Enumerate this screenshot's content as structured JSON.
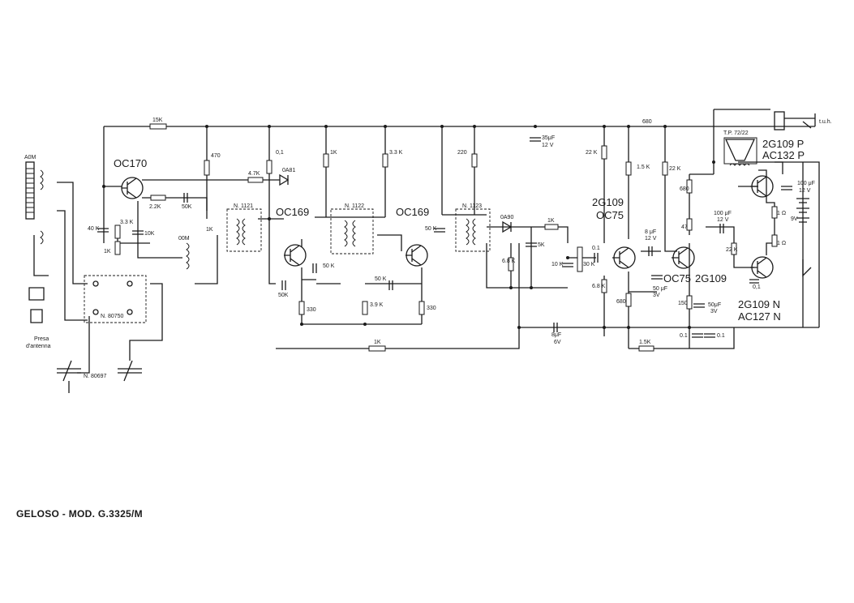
{
  "caption": "GELOSO - MOD. G.3325/M",
  "transistors": {
    "q_mixer": "OC170",
    "q_if1": "OC169",
    "q_if2": "OC169",
    "q_driver_a": "2G109",
    "q_driver_b": "OC75",
    "q_pre": "OC75",
    "q_pre_b": "2G109",
    "q_out_p_a": "2G109 P",
    "q_out_p_b": "AC132 P",
    "q_out_n_a": "2G109 N",
    "q_out_n_b": "AC127 N"
  },
  "labels": {
    "antenna_rod": "A0M",
    "antenna_socket_a": "Presa",
    "antenna_socket_b": "d'antenna",
    "switch_block": "N. 80750",
    "tuning_cap": "N. 80697",
    "osc_coil": "00M",
    "if_t1": "N. 1121",
    "if_t2": "N. 1122",
    "if_t3": "N. 1123",
    "det_diode": "0A90",
    "agc_diode": "0A81",
    "output_trafo": "T.P. 72/22",
    "jack": "t.u.h.",
    "battery": "9V"
  },
  "components": {
    "r_feedback": "15K",
    "r_470": "470",
    "r_4k7": "4.7K",
    "r_2k2": "2.2K",
    "c_50k_a": "50K",
    "c_40k": "40 K",
    "r_3k3": "3.3 K",
    "r_1k_a": "1K",
    "c_10k_a": "10K",
    "c_01_a": "0,1",
    "r_1k_b": "1K",
    "r_1k_c": "1K",
    "c_50k_b": "50 K",
    "c_50k_c": "50K",
    "r_330_a": "330",
    "r_3k3_b": "3.3 K",
    "r_3k9": "3.9 K",
    "c_50k_d": "50 K",
    "r_330_b": "330",
    "r_220": "220",
    "c_50k_e": "50 K",
    "r_1k_d": "1K",
    "c_5k": "5K",
    "r_6k8_a": "6.8 K",
    "c_10k_b": "10 K",
    "pot_30k": "30 K",
    "c_01_b": "0.1",
    "r_1k_bus": "1K",
    "c_35uf": "35μF",
    "c_35uf_v": "12 V",
    "c_8uf_a": "8μF",
    "c_8uf_a_v": "6V",
    "r_22k_a": "22 K",
    "r_6k8_b": "6.8 K",
    "r_680_a": "680",
    "c_50uf_a": "50 μF",
    "c_50uf_a_v": "3V",
    "r_1k5": "1.5 K",
    "c_8uf_b": "8 μF",
    "c_8uf_b_v": "12 V",
    "c_680": "680",
    "r_22k_b": "22 K",
    "r_680_b": "680",
    "r_47": "47",
    "r_22": "22 K",
    "r_150": "150",
    "c_50uf_b": "50μF",
    "c_50uf_b_v": "3V",
    "c_01_c": "0.1",
    "c_01_d": "0.1",
    "r_1k5_bot": "1.5K",
    "c_100uf_a": "100 μF",
    "c_100uf_a_v": "12 V",
    "c_100uf_b": "100 μF",
    "c_100uf_b_v": "12 V",
    "r_1ohm_a": "1 Ω",
    "r_1ohm_b": "1 Ω",
    "c_01_e": "0,1"
  }
}
